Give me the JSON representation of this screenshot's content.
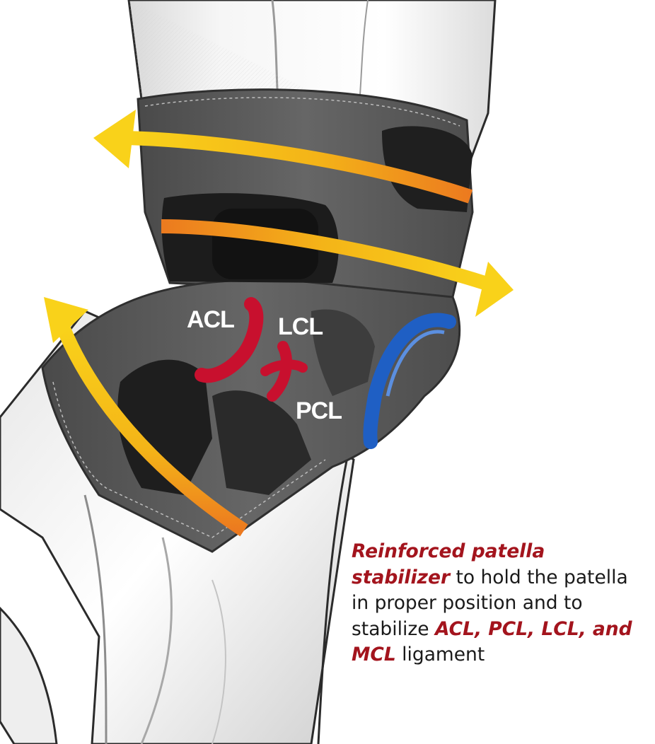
{
  "labels": {
    "acl": "ACL",
    "lcl": "LCL",
    "pcl": "PCL"
  },
  "caption": {
    "em_1": "Reinforced patella stabilizer",
    "text_1": " to hold the patella in proper position and to stabilize ",
    "em_2": "ACL, PCL, LCL, and MCL",
    "text_2": " ligament"
  },
  "colors": {
    "accent_red": "#a3141d",
    "ligament_red": "#c8102e",
    "arrow_yellow": "#f7c516",
    "arrow_orange": "#ef8a1c",
    "sleeve_gray": "#5c5c5c",
    "pad_black": "#1f1f1f",
    "ring_blue": "#1f5fc4"
  },
  "icons": [
    "leg-outline",
    "knee-sleeve",
    "compression-arrow",
    "ligament-marks",
    "patella-ring"
  ]
}
